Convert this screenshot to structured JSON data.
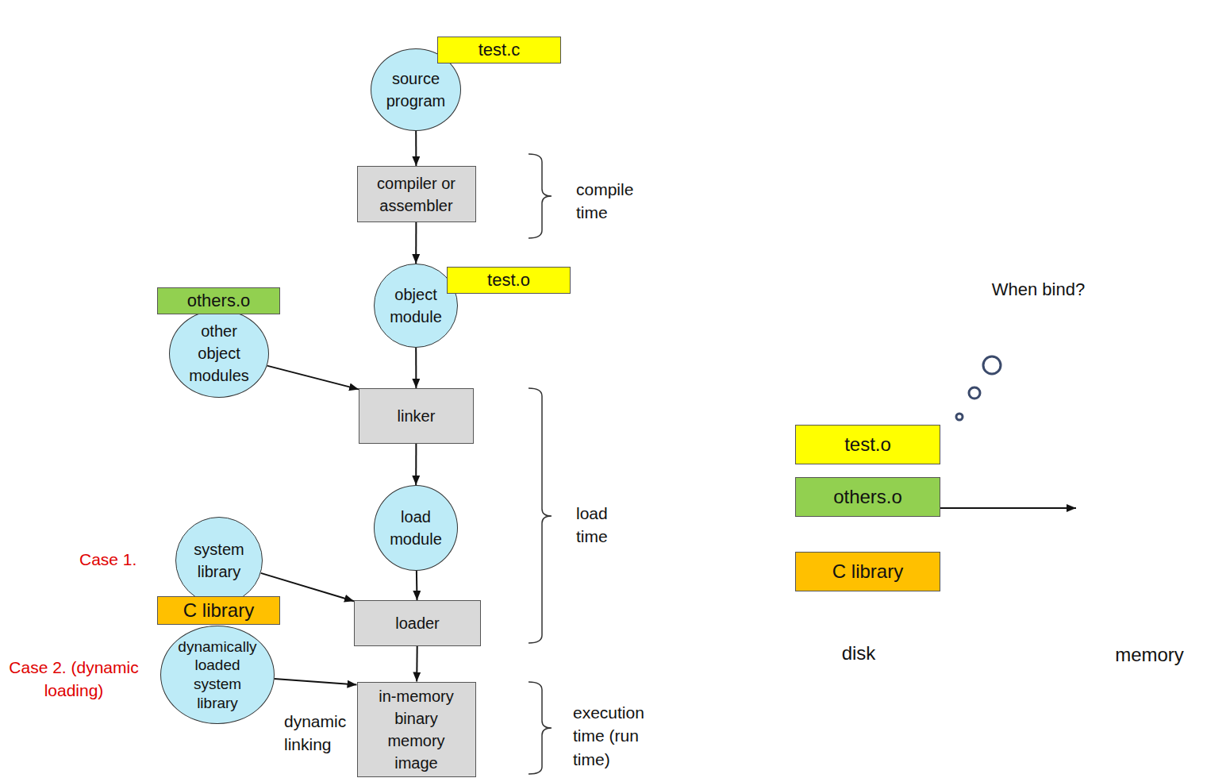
{
  "diagram": {
    "nodes": [
      {
        "text": [
          "test.c"
        ]
      },
      {
        "text": [
          "source program"
        ]
      },
      {
        "text": [
          "compiler or assembler"
        ]
      },
      {
        "text": [
          "test.o"
        ]
      },
      {
        "text": [
          "object module"
        ]
      },
      {
        "text": [
          "others.o"
        ]
      },
      {
        "text": [
          "other object modules"
        ]
      },
      {
        "text": [
          "linker"
        ]
      },
      {
        "text": [
          "load module"
        ]
      },
      {
        "text": [
          "system library"
        ]
      },
      {
        "text": [
          "C library"
        ]
      },
      {
        "text": [
          "dynamically loaded system library"
        ]
      },
      {
        "text": [
          "loader"
        ]
      },
      {
        "text": [
          "in-memory binary memory image"
        ]
      },
      {
        "text": [
          "When bind?"
        ]
      },
      {
        "text": [
          "disk"
        ]
      },
      {
        "text": [
          "test.o"
        ],
        "in": 15
      },
      {
        "text": [
          "others.o"
        ],
        "in": 15
      },
      {
        "text": [
          "C library"
        ],
        "in": 15
      },
      {
        "text": [
          "memory"
        ]
      }
    ],
    "edges": [
      {
        "from": 1,
        "to": 2,
        "arrow": "to"
      },
      {
        "from": 2,
        "to": 4,
        "arrow": "to"
      },
      {
        "from": 4,
        "to": 7,
        "arrow": "to"
      },
      {
        "from": 6,
        "to": 7,
        "arrow": "to"
      },
      {
        "from": 7,
        "to": 8,
        "arrow": "to"
      },
      {
        "from": 8,
        "to": 12,
        "arrow": "to"
      },
      {
        "from": 9,
        "to": 12,
        "arrow": "to"
      },
      {
        "from": 11,
        "to": 13,
        "arrow": "to"
      },
      {
        "from": 12,
        "to": 13,
        "arrow": "to"
      },
      {
        "from": 17,
        "to": 19,
        "arrow": "to"
      }
    ],
    "labels": [
      "compile time",
      "load time",
      "execution time (run time)",
      "Case 1.",
      "Case 2. (dynamic loading)",
      "dynamic linking"
    ]
  }
}
